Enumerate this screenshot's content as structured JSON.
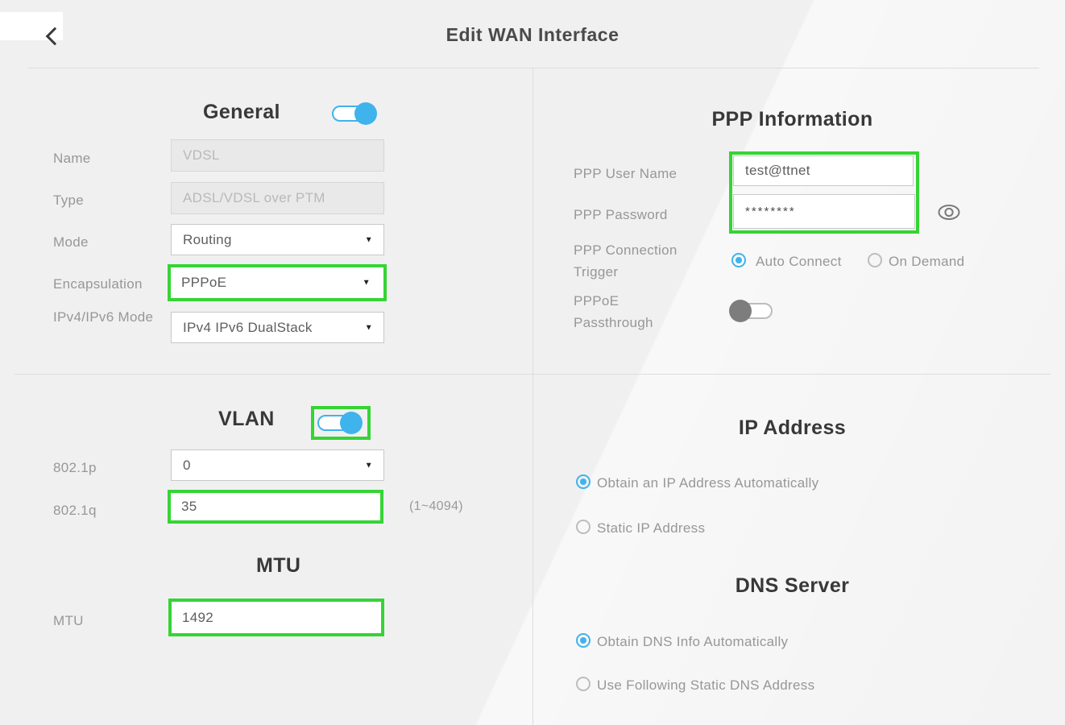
{
  "page": {
    "title": "Edit WAN Interface"
  },
  "icons": {
    "caret": "▼"
  },
  "colors": {
    "accent_blue": "#3fb3ec",
    "highlight_green": "#35d435",
    "background": "#f0f0f1"
  },
  "general": {
    "heading": "General",
    "toggle_on": true,
    "fields": {
      "name": {
        "label": "Name",
        "value": "VDSL",
        "disabled": true
      },
      "type": {
        "label": "Type",
        "value": "ADSL/VDSL over PTM",
        "disabled": true
      },
      "mode": {
        "label": "Mode",
        "value": "Routing"
      },
      "encapsulation": {
        "label": "Encapsulation",
        "value": "PPPoE",
        "highlighted": true
      },
      "ip_mode": {
        "label": "IPv4/IPv6 Mode",
        "value": "IPv4 IPv6 DualStack"
      }
    }
  },
  "vlan": {
    "heading": "VLAN",
    "toggle_on": true,
    "toggle_highlighted": true,
    "fields": {
      "p8021": {
        "label": "802.1p",
        "value": "0"
      },
      "q8021": {
        "label": "802.1q",
        "value": "35",
        "hint": "(1~4094)",
        "highlighted": true
      }
    }
  },
  "mtu": {
    "heading": "MTU",
    "label": "MTU",
    "value": "1492",
    "highlighted": true
  },
  "ppp": {
    "heading": "PPP Information",
    "username": {
      "label": "PPP User Name",
      "value": "test@ttnet",
      "highlighted": true
    },
    "password": {
      "label": "PPP Password",
      "value": "********",
      "highlighted": true
    },
    "trigger": {
      "label": "PPP Connection Trigger",
      "options": [
        "Auto Connect",
        "On Demand"
      ],
      "selected": "Auto Connect"
    },
    "passthrough": {
      "label": "PPPoE Passthrough",
      "toggle_on": false
    }
  },
  "ip_address": {
    "heading": "IP Address",
    "options": [
      "Obtain an IP Address Automatically",
      "Static IP Address"
    ],
    "selected": "Obtain an IP Address Automatically"
  },
  "dns": {
    "heading": "DNS Server",
    "options": [
      "Obtain DNS Info Automatically",
      "Use Following Static DNS Address"
    ],
    "selected": "Obtain DNS Info Automatically"
  }
}
